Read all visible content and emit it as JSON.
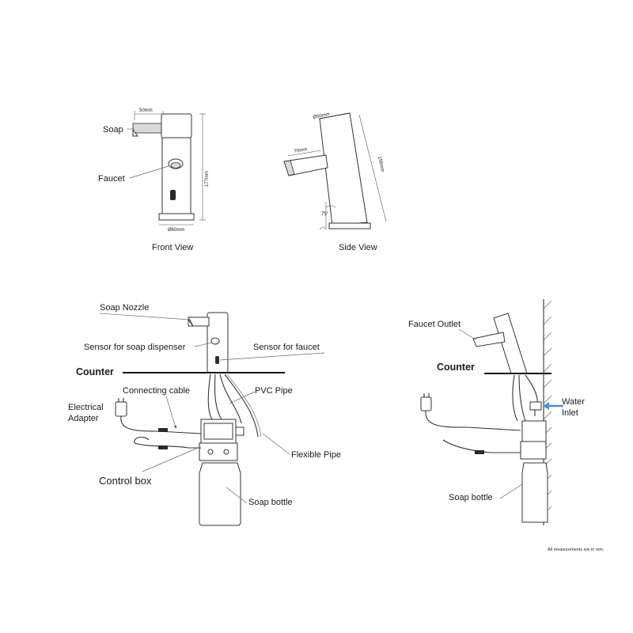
{
  "views": {
    "front": {
      "title": "Front View",
      "soap_label": "Soap",
      "faucet_label": "Faucet",
      "dim_top": "50mm",
      "dim_height": "177mm",
      "dim_base": "Ø60mm"
    },
    "side": {
      "title": "Side View",
      "dim_top": "Ø50mm",
      "dim_spout": "70mm",
      "dim_height": "156mm",
      "dim_angle": "75°"
    }
  },
  "installation_left": {
    "soap_nozzle": "Soap Nozzle",
    "sensor_soap": "Sensor for soap dispenser",
    "sensor_faucet": "Sensor for faucet",
    "counter": "Counter",
    "connecting_cable": "Connecting cable",
    "pvc_pipe": "PVC Pipe",
    "electrical_adapter_line1": "Electrical",
    "electrical_adapter_line2": "Adapter",
    "flexible_pipe": "Flexible Pipe",
    "control_box": "Control box",
    "soap_bottle": "Soap bottle"
  },
  "installation_right": {
    "faucet_outlet": "Faucet Outlet",
    "counter": "Counter",
    "water_inlet_line1": "Water",
    "water_inlet_line2": "Inlet",
    "soap_bottle": "Soap bottle"
  },
  "note": "All measurements are in mm.",
  "colors": {
    "line": "#222222",
    "arrow": "#4a90d9"
  }
}
